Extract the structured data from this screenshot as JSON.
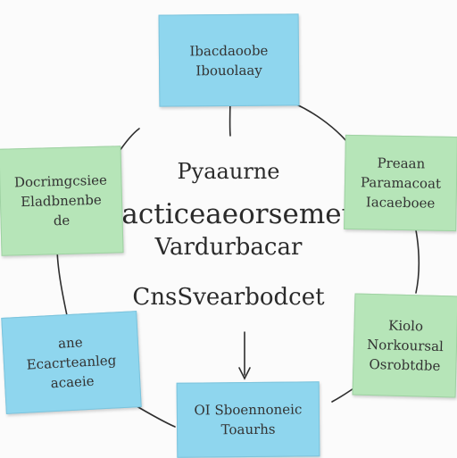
{
  "colors": {
    "blue_note": "#8fd6ee",
    "green_note": "#b6e5b8",
    "connector": "#2e2e2e"
  },
  "center": {
    "title": "Pyaaurne",
    "main": "Pacticeaeorsemet",
    "sub": "Vardurbacar",
    "foot": "CnsSvearbodcet"
  },
  "notes": [
    {
      "id": "top",
      "color": "blue",
      "lines": [
        "Ibacdaoobe",
        "Ibouolaay"
      ]
    },
    {
      "id": "left",
      "color": "green",
      "lines": [
        "Docrimgcsiee",
        "Eladbnenbe",
        "de"
      ]
    },
    {
      "id": "right-top",
      "color": "green",
      "lines": [
        "Preaan",
        "Paramacoat",
        "Iacaeboee"
      ]
    },
    {
      "id": "right-bottom",
      "color": "green",
      "lines": [
        "Kiolo",
        "Norkoursal",
        "Osrobtdbe"
      ]
    },
    {
      "id": "left-bottom",
      "color": "blue",
      "lines": [
        "ane",
        "Ecacrteanleg",
        "acaeie"
      ]
    },
    {
      "id": "bottom",
      "color": "blue",
      "lines": [
        "OI Sboennoneic",
        "Toaurhs"
      ]
    }
  ]
}
